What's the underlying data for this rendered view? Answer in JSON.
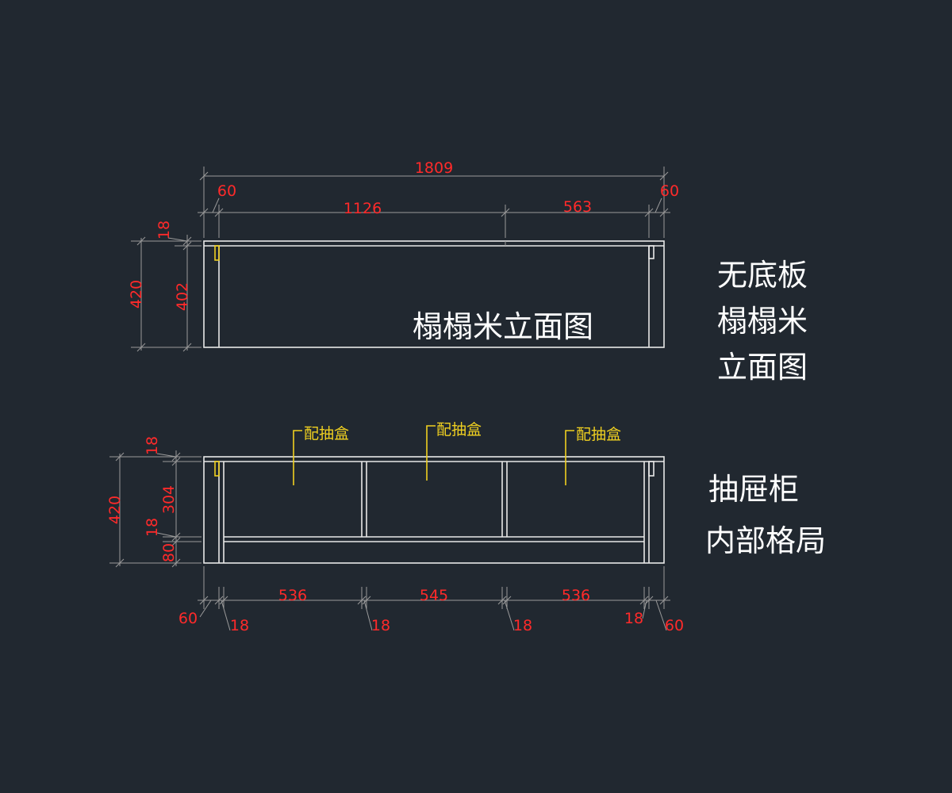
{
  "elevation": {
    "title": "榻榻米立面图",
    "side_title_lines": [
      "无底板",
      "榻榻米",
      "立面图"
    ],
    "dims": {
      "overall": "1809",
      "left_end": "60",
      "middle": "1126",
      "right_part": "563",
      "right_end": "60",
      "height": "420",
      "inner_height": "402",
      "top_board": "18"
    }
  },
  "drawer": {
    "side_title_lines": [
      "抽屉柜",
      "内部格局"
    ],
    "notes": [
      "配抽盒",
      "配抽盒",
      "配抽盒"
    ],
    "dims": {
      "height": "420",
      "top_board": "18",
      "inner": "304",
      "shelf": "18",
      "base": "80",
      "bays": [
        "536",
        "545",
        "536"
      ],
      "boards": [
        "18",
        "18",
        "18",
        "18"
      ],
      "left_end": "60",
      "right_end": "60"
    }
  }
}
